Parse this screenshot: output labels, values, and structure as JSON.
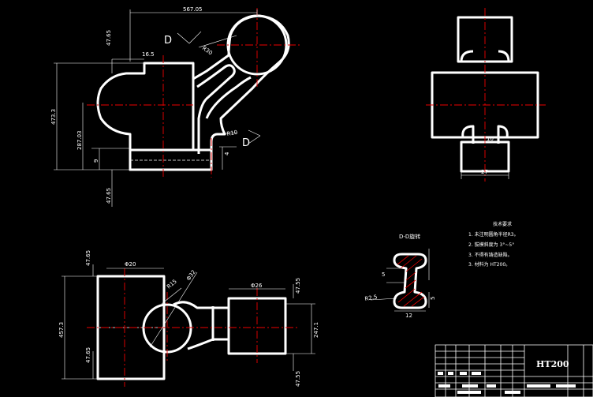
{
  "front_view": {
    "dims": {
      "overall_width": "567.05",
      "top_height": "47.65",
      "height": "473.3",
      "width_16": "16.5",
      "radius_30": "R30",
      "height_2": "287.03",
      "height_9": "9",
      "bottom_height": "47.65",
      "radius_10": "R10",
      "height_4": "4"
    },
    "section_mark_top": "D",
    "section_mark_bottom": "D"
  },
  "side_view": {
    "dims": {
      "slot_width": "10",
      "width_27": "27"
    }
  },
  "top_view": {
    "dims": {
      "left_top": "47.65",
      "dia_20": "Φ20",
      "radius_15": "R15",
      "dia_32": "Φ32",
      "left_height": "457.3",
      "left_bottom": "47.65",
      "dia_26": "Φ26",
      "right_top": "47.55",
      "right_height": "247.1",
      "right_bottom": "47.55"
    }
  },
  "section_view": {
    "title": "D-D旋转",
    "dims": {
      "d5": "5",
      "d2": "R2.5",
      "d12": "12",
      "d5b": "5"
    }
  },
  "notes": {
    "heading": "技术要求",
    "items": [
      "1. 未注明圆角半径R3。",
      "2. 拔模斜度为 3°~5°",
      "3. 不得有铸造缺陷。",
      "3. 材料为 HT200。"
    ]
  },
  "title_block": {
    "material": "HT200"
  }
}
